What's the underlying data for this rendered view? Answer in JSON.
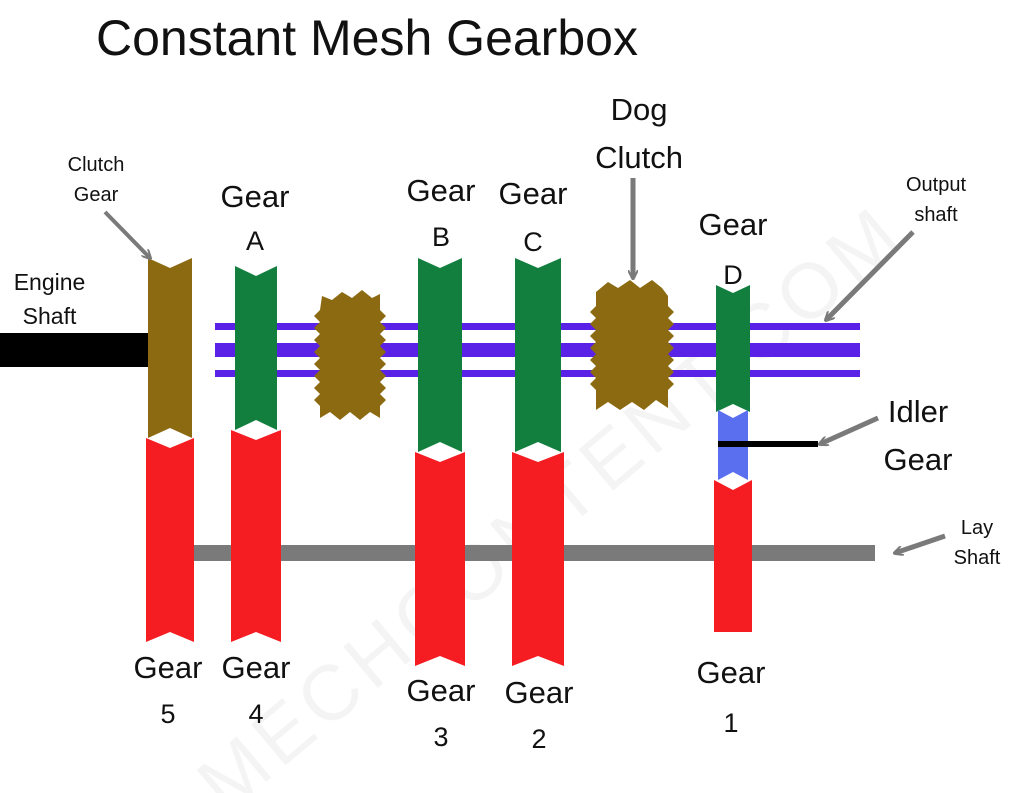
{
  "title": "Constant Mesh Gearbox",
  "watermark": "MECHCONTENT.COM",
  "labels": {
    "clutch_gear": [
      "Clutch",
      "Gear"
    ],
    "engine_shaft": [
      "Engine",
      "Shaft"
    ],
    "gear_a": [
      "Gear",
      "A"
    ],
    "gear_b": [
      "Gear",
      "B"
    ],
    "gear_c": [
      "Gear",
      "C"
    ],
    "dog_clutch": [
      "Dog",
      "Clutch"
    ],
    "gear_d": [
      "Gear",
      "D"
    ],
    "output_shaft": [
      "Output",
      "shaft"
    ],
    "idler_gear": [
      "Idler",
      "Gear"
    ],
    "lay_shaft": [
      "Lay",
      "Shaft"
    ],
    "gear_5": [
      "Gear",
      "5"
    ],
    "gear_4": [
      "Gear",
      "4"
    ],
    "gear_3": [
      "Gear",
      "3"
    ],
    "gear_2": [
      "Gear",
      "2"
    ],
    "gear_1": [
      "Gear",
      "1"
    ]
  },
  "colors": {
    "main_shaft_gear": "#137f3f",
    "lay_shaft_gear": "#f51d22",
    "clutch": "#8b6a12",
    "output_shaft": "#5a22e6",
    "engine_shaft": "#000000",
    "lay_shaft": "#7a7a7a",
    "idler_gear": "#5a6ef0",
    "arrow": "#7a7a7a"
  }
}
